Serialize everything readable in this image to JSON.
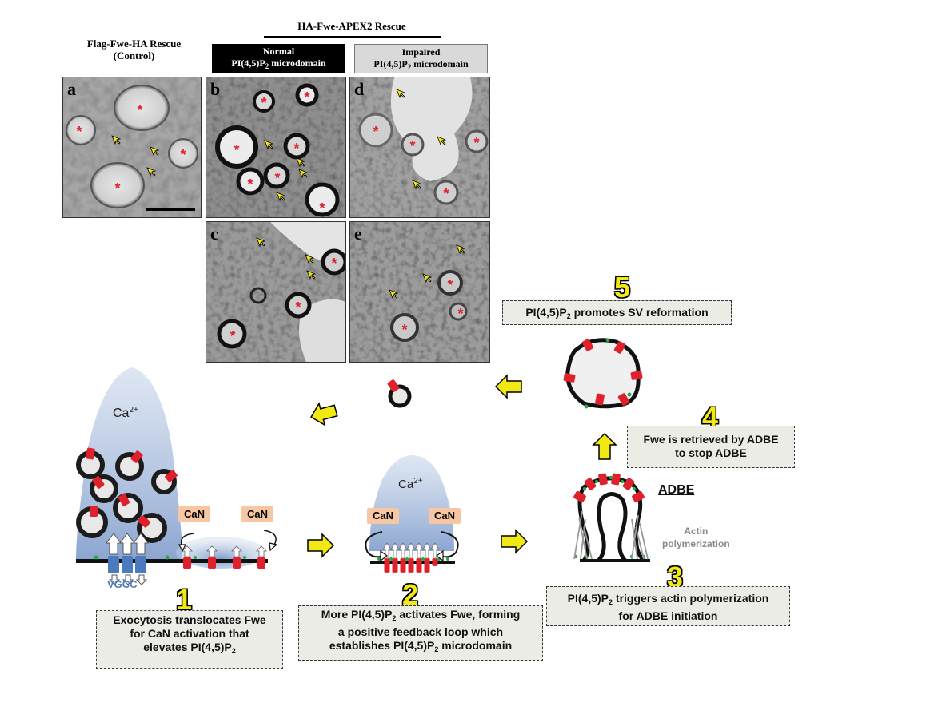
{
  "headers": {
    "control_title": "Flag-Fwe-HA Rescue",
    "control_subtitle": "(Control)",
    "apex_title": "HA-Fwe-APEX2 Rescue",
    "normal_line1": "Normal",
    "normal_line2_prefix": "PI(4,5)P",
    "normal_line2_sub": "2",
    "normal_line2_suffix": " microdomain",
    "impaired_line1": "Impaired",
    "impaired_line2_prefix": "PI(4,5)P",
    "impaired_line2_sub": "2",
    "impaired_line2_suffix": " microdomain"
  },
  "panels": [
    {
      "label": "a"
    },
    {
      "label": "b"
    },
    {
      "label": "c"
    },
    {
      "label": "d"
    },
    {
      "label": "e"
    }
  ],
  "steps": {
    "s1": {
      "num": "1",
      "line1": "Exocytosis translocates Fwe",
      "line2": "for CaN activation that",
      "line3_prefix": "elevates PI(4,5)P",
      "line3_sub": "2",
      "line3_suffix": ""
    },
    "s2": {
      "num": "2",
      "line1_prefix": "More PI(4,5)P",
      "line1_sub": "2",
      "line1_suffix": " activates Fwe, forming",
      "line2": "a positive feedback loop which",
      "line3_prefix": "establishes PI(4,5)P",
      "line3_sub": "2",
      "line3_suffix": " microdomain"
    },
    "s3": {
      "num": "3",
      "line1_prefix": "PI(4,5)P",
      "line1_sub": "2",
      "line1_suffix": " triggers actin polymerization",
      "line2": "for ADBE initiation"
    },
    "s4": {
      "num": "4",
      "line1": "Fwe is retrieved by ADBE",
      "line2": "to stop ADBE"
    },
    "s5": {
      "num": "5",
      "line1_prefix": "PI(4,5)P",
      "line1_sub": "2",
      "line1_suffix": " promotes SV reformation"
    }
  },
  "labels": {
    "ca_main": "Ca",
    "ca_sup": "2+",
    "can": "CaN",
    "vgcc": "VGCC",
    "adbe": "ADBE",
    "actin_line1": "Actin",
    "actin_line2": "polymerization"
  },
  "colors": {
    "cloud": "#9db3d6",
    "fwe_red": "#e0202a",
    "arrow_yellow": "#f2e813",
    "can_bg": "#f7c7a3",
    "vgcc_blue": "#4a7bbf",
    "box_bg": "#ecece6",
    "dot_green": "#22aa44"
  }
}
